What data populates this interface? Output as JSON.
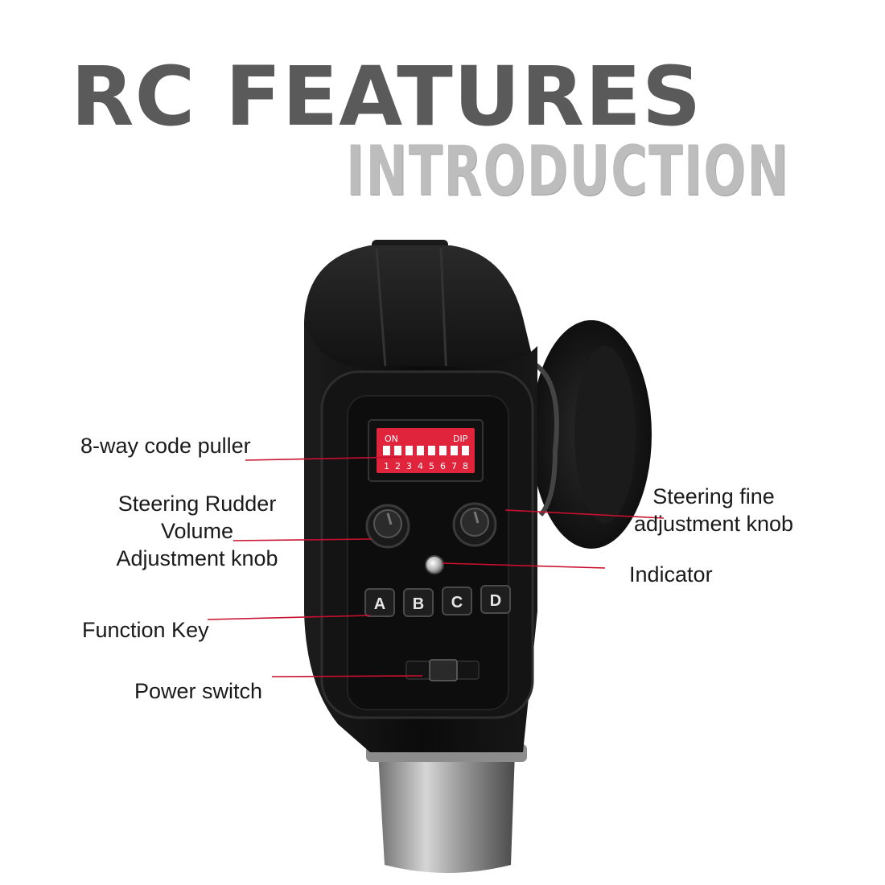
{
  "heading": {
    "title": "RC FEATURES",
    "subtitle": "INTRODUCTION"
  },
  "dip_switch": {
    "on_label": "ON",
    "dip_label": "DIP",
    "numbers": [
      "1",
      "2",
      "3",
      "4",
      "5",
      "6",
      "7",
      "8"
    ]
  },
  "keys": [
    "A",
    "B",
    "C",
    "D"
  ],
  "callouts": {
    "code_puller": "8-way code puller",
    "steering_rudder_line1": "Steering Rudder",
    "steering_rudder_line2": "Volume",
    "steering_rudder_line3": "Adjustment knob",
    "steering_fine_line1": "Steering fine",
    "steering_fine_line2": "adjustment knob",
    "indicator": "Indicator",
    "function_key": "Function Key",
    "power_switch": "Power switch"
  },
  "colors": {
    "title": "#5a5a5a",
    "subtitle": "#bdbdbd",
    "pointer_line": "#c8102e",
    "dip_red": "#e0243c",
    "body": "#0c0c0c"
  }
}
